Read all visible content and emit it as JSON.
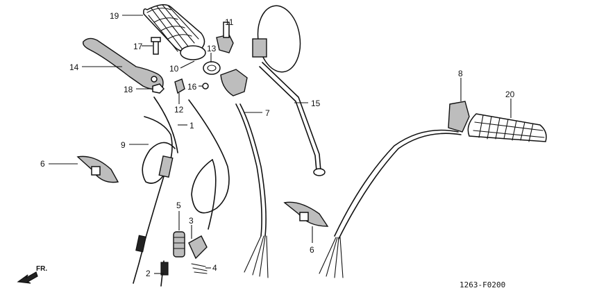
{
  "diagram": {
    "labels": [
      {
        "id": "19",
        "text": "19"
      },
      {
        "id": "17",
        "text": "17"
      },
      {
        "id": "14",
        "text": "14"
      },
      {
        "id": "10",
        "text": "10"
      },
      {
        "id": "13",
        "text": "13"
      },
      {
        "id": "11",
        "text": "11"
      },
      {
        "id": "18",
        "text": "18"
      },
      {
        "id": "16",
        "text": "16"
      },
      {
        "id": "12",
        "text": "12"
      },
      {
        "id": "7",
        "text": "7"
      },
      {
        "id": "15",
        "text": "15"
      },
      {
        "id": "8",
        "text": "8"
      },
      {
        "id": "20",
        "text": "20"
      },
      {
        "id": "1",
        "text": "1"
      },
      {
        "id": "9",
        "text": "9"
      },
      {
        "id": "6a",
        "text": "6"
      },
      {
        "id": "6b",
        "text": "6"
      },
      {
        "id": "5",
        "text": "5"
      },
      {
        "id": "3",
        "text": "3"
      },
      {
        "id": "4",
        "text": "4"
      },
      {
        "id": "2",
        "text": "2"
      }
    ],
    "code": "1263-F0200",
    "direction": "FR."
  }
}
